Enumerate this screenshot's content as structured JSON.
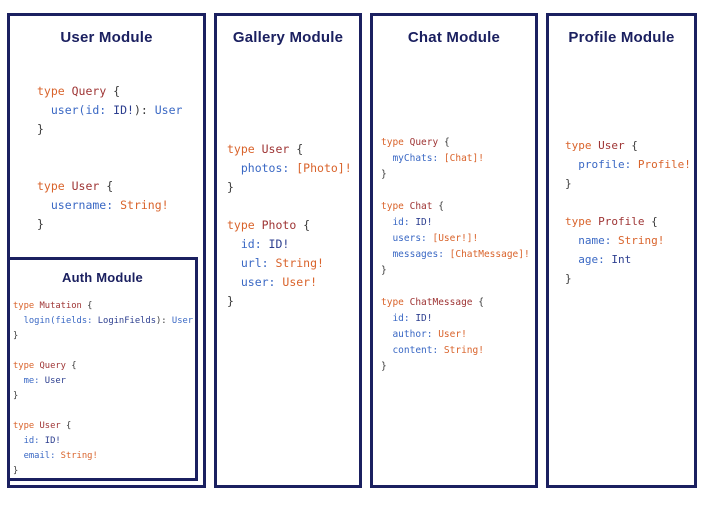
{
  "colors": {
    "panel_border": "#1b2060",
    "title_text": "#1b2060",
    "keyword": "#d9632b",
    "type_name": "#9e3434",
    "field_name": "#3a68c4",
    "type_reference": "#d9632b",
    "builtin_type": "#2c3e8f",
    "punctuation": "#3a3a3a",
    "background": "#ffffff"
  },
  "panels": [
    {
      "title": "User Module",
      "code": [
        [
          [
            "type ",
            "kw"
          ],
          [
            "Query ",
            "tn"
          ],
          [
            "{",
            "pn"
          ]
        ],
        [
          [
            "  user(id: ",
            "fd"
          ],
          [
            "ID!",
            "nb"
          ],
          [
            "): ",
            "pn"
          ],
          [
            "User",
            "fd"
          ]
        ],
        [
          [
            "}",
            "pn"
          ]
        ],
        [],
        [],
        [
          [
            "type ",
            "kw"
          ],
          [
            "User ",
            "tn"
          ],
          [
            "{",
            "pn"
          ]
        ],
        [
          [
            "  username: ",
            "fd"
          ],
          [
            "String!",
            "ty"
          ]
        ],
        [
          [
            "}",
            "pn"
          ]
        ]
      ],
      "subpanel": {
        "title": "Auth Module",
        "code": [
          [
            [
              "type ",
              "kw"
            ],
            [
              "Mutation ",
              "tn"
            ],
            [
              "{",
              "pn"
            ]
          ],
          [
            [
              "  login(fields: ",
              "fd"
            ],
            [
              "LoginFields",
              "nb"
            ],
            [
              "): ",
              "pn"
            ],
            [
              "User",
              "fd"
            ]
          ],
          [
            [
              "}",
              "pn"
            ]
          ],
          [],
          [
            [
              "type ",
              "kw"
            ],
            [
              "Query ",
              "tn"
            ],
            [
              "{",
              "pn"
            ]
          ],
          [
            [
              "  me: ",
              "fd"
            ],
            [
              "User",
              "nb"
            ]
          ],
          [
            [
              "}",
              "pn"
            ]
          ],
          [],
          [
            [
              "type ",
              "kw"
            ],
            [
              "User ",
              "tn"
            ],
            [
              "{",
              "pn"
            ]
          ],
          [
            [
              "  id: ",
              "fd"
            ],
            [
              "ID!",
              "nb"
            ]
          ],
          [
            [
              "  email: ",
              "fd"
            ],
            [
              "String!",
              "ty"
            ]
          ],
          [
            [
              "}",
              "pn"
            ]
          ]
        ]
      }
    },
    {
      "title": "Gallery Module",
      "code": [
        [
          [
            "type ",
            "kw"
          ],
          [
            "User ",
            "tn"
          ],
          [
            "{",
            "pn"
          ]
        ],
        [
          [
            "  photos: ",
            "fd"
          ],
          [
            "[Photo]!",
            "ty"
          ]
        ],
        [
          [
            "}",
            "pn"
          ]
        ],
        [],
        [
          [
            "type ",
            "kw"
          ],
          [
            "Photo ",
            "tn"
          ],
          [
            "{",
            "pn"
          ]
        ],
        [
          [
            "  id: ",
            "fd"
          ],
          [
            "ID!",
            "nb"
          ]
        ],
        [
          [
            "  url: ",
            "fd"
          ],
          [
            "String!",
            "ty"
          ]
        ],
        [
          [
            "  user: ",
            "fd"
          ],
          [
            "User!",
            "ty"
          ]
        ],
        [
          [
            "}",
            "pn"
          ]
        ]
      ]
    },
    {
      "title": "Chat Module",
      "code": [
        [
          [
            "type ",
            "kw"
          ],
          [
            "Query ",
            "tn"
          ],
          [
            "{",
            "pn"
          ]
        ],
        [
          [
            "  myChats: ",
            "fd"
          ],
          [
            "[Chat]!",
            "ty"
          ]
        ],
        [
          [
            "}",
            "pn"
          ]
        ],
        [],
        [
          [
            "type ",
            "kw"
          ],
          [
            "Chat ",
            "tn"
          ],
          [
            "{",
            "pn"
          ]
        ],
        [
          [
            "  id: ",
            "fd"
          ],
          [
            "ID!",
            "nb"
          ]
        ],
        [
          [
            "  users: ",
            "fd"
          ],
          [
            "[User!]!",
            "ty"
          ]
        ],
        [
          [
            "  messages: ",
            "fd"
          ],
          [
            "[ChatMessage]!",
            "ty"
          ]
        ],
        [
          [
            "}",
            "pn"
          ]
        ],
        [],
        [
          [
            "type ",
            "kw"
          ],
          [
            "ChatMessage ",
            "tn"
          ],
          [
            "{",
            "pn"
          ]
        ],
        [
          [
            "  id: ",
            "fd"
          ],
          [
            "ID!",
            "nb"
          ]
        ],
        [
          [
            "  author: ",
            "fd"
          ],
          [
            "User!",
            "ty"
          ]
        ],
        [
          [
            "  content: ",
            "fd"
          ],
          [
            "String!",
            "ty"
          ]
        ],
        [
          [
            "}",
            "pn"
          ]
        ]
      ]
    },
    {
      "title": "Profile Module",
      "code": [
        [
          [
            "type ",
            "kw"
          ],
          [
            "User ",
            "tn"
          ],
          [
            "{",
            "pn"
          ]
        ],
        [
          [
            "  profile: ",
            "fd"
          ],
          [
            "Profile!",
            "ty"
          ]
        ],
        [
          [
            "}",
            "pn"
          ]
        ],
        [],
        [
          [
            "type ",
            "kw"
          ],
          [
            "Profile ",
            "tn"
          ],
          [
            "{",
            "pn"
          ]
        ],
        [
          [
            "  name: ",
            "fd"
          ],
          [
            "String!",
            "ty"
          ]
        ],
        [
          [
            "  age: ",
            "fd"
          ],
          [
            "Int",
            "nb"
          ]
        ],
        [
          [
            "}",
            "pn"
          ]
        ]
      ]
    }
  ]
}
